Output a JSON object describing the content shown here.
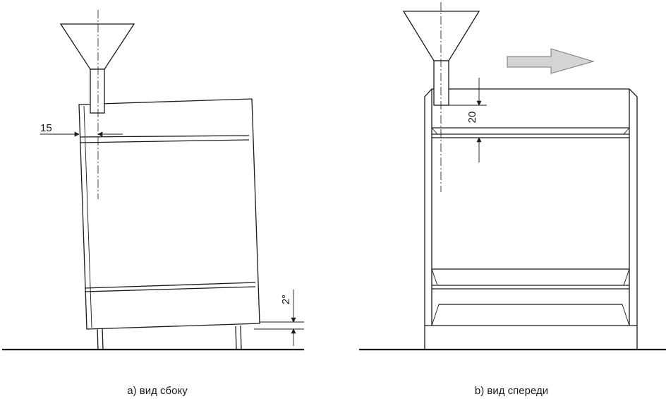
{
  "captions": {
    "side": "a) вид сбоку",
    "front": "b) вид спереди"
  },
  "dimensions": {
    "side_offset": "15",
    "tilt_angle": "2°",
    "front_gap": "20"
  },
  "colors": {
    "line": "#1a1a1a",
    "arrow_fill": "#d4d4d4",
    "arrow_stroke": "#777777"
  }
}
